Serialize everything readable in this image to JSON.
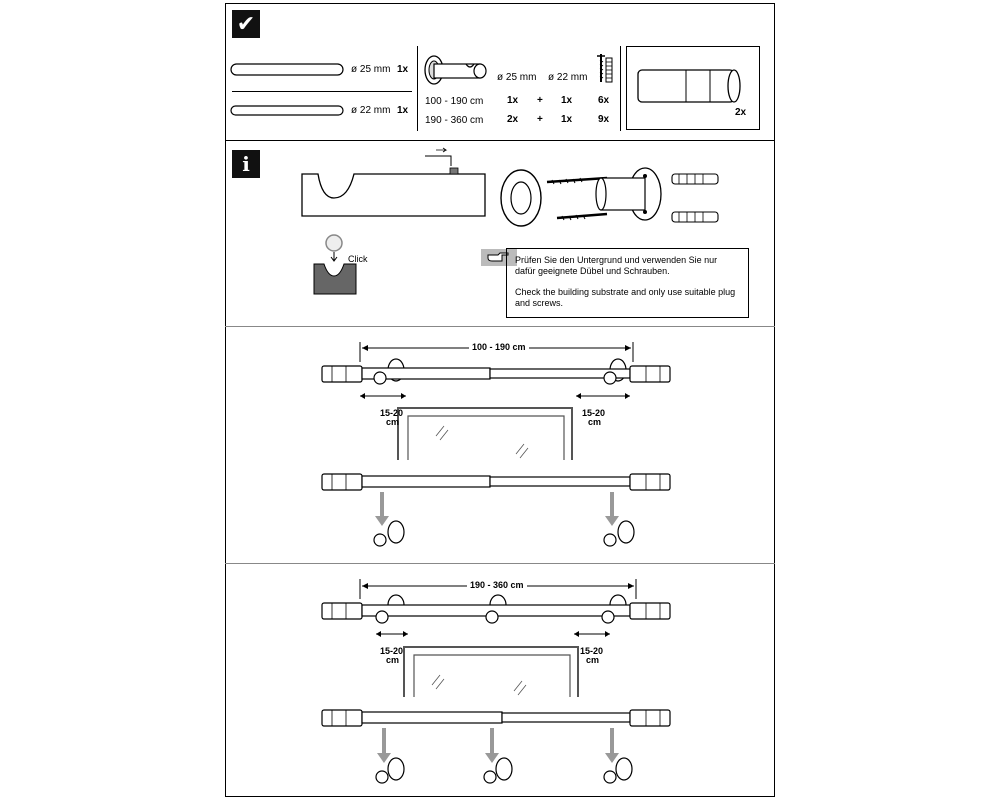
{
  "sections": {
    "contents_icon": "check-mark-icon",
    "info_icon_label": "i"
  },
  "parts": {
    "rod_25_label": "ø 25 mm",
    "rod_25_qty": "1x",
    "rod_22_label": "ø 22 mm",
    "rod_22_qty": "1x",
    "bracket_header_25": "ø 25 mm",
    "bracket_header_22": "ø 22 mm",
    "rows": [
      {
        "range": "100 - 190 cm",
        "q25": "1x",
        "plus": "+",
        "q22": "1x",
        "screws": "6x"
      },
      {
        "range": "190 - 360 cm",
        "q25": "2x",
        "plus": "+",
        "q22": "1x",
        "screws": "9x"
      }
    ],
    "finial_qty": "2x"
  },
  "info": {
    "click_label": "Click",
    "note_de": "Prüfen Sie den Untergrund und verwenden Sie nur dafür geeignete Dübel und Schrauben.",
    "note_en": "Check the building substrate and only use suitable plug and screws."
  },
  "install_small": {
    "width_label": "100 - 190 cm",
    "offset_left": "15-20",
    "offset_left_unit": "cm",
    "offset_right": "15-20",
    "offset_right_unit": "cm"
  },
  "install_large": {
    "width_label": "190 - 360 cm",
    "offset_left": "15-20",
    "offset_left_unit": "cm",
    "offset_right": "15-20",
    "offset_right_unit": "cm"
  }
}
